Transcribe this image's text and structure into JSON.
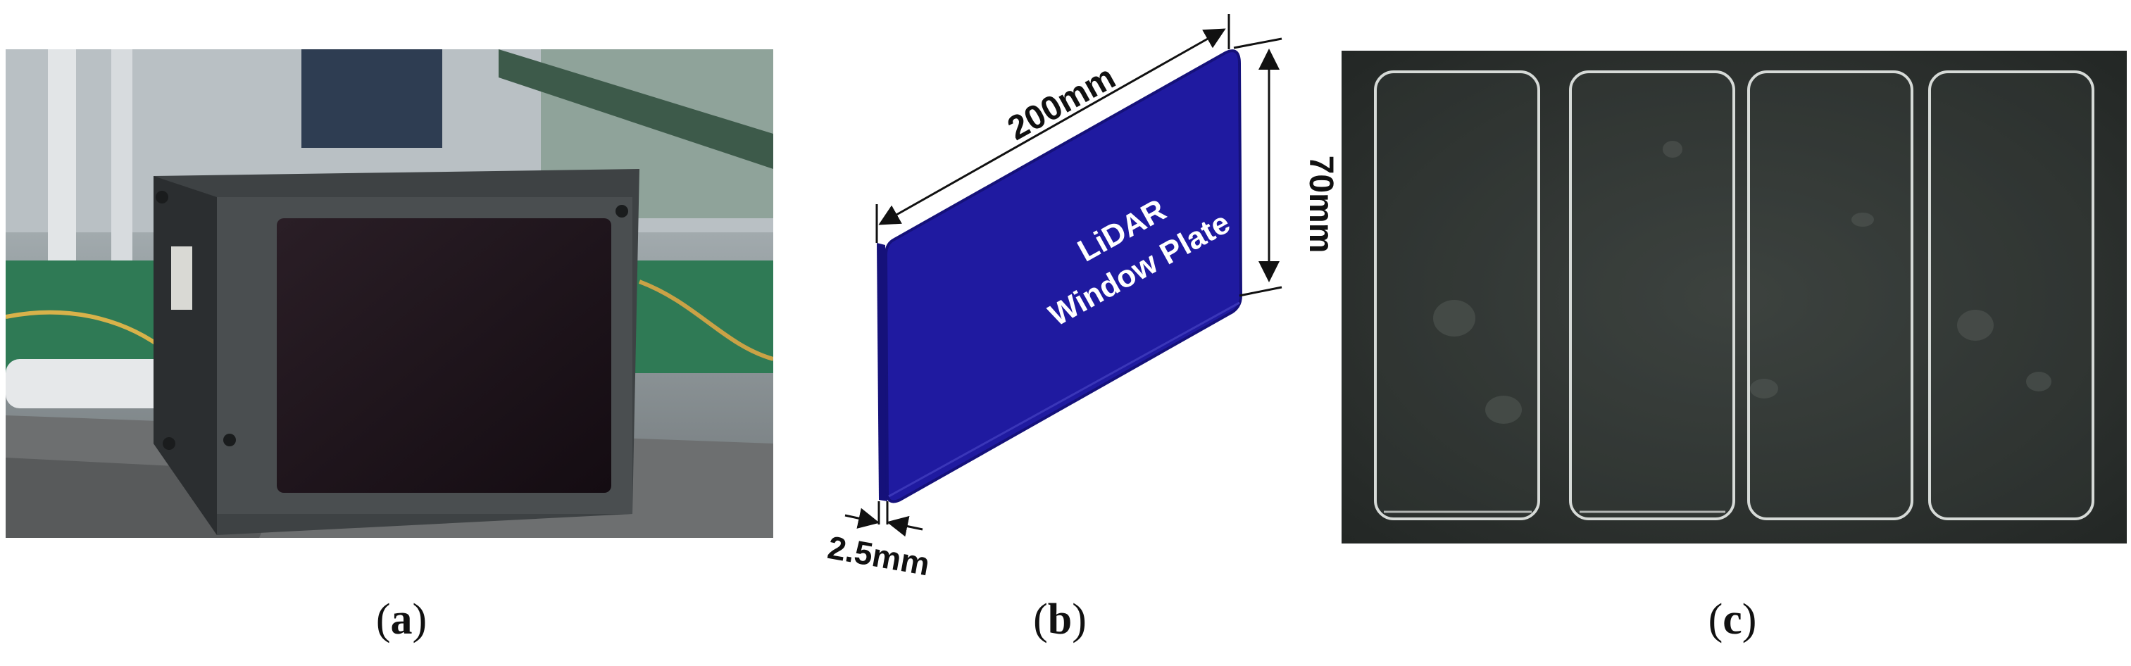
{
  "panels": [
    {
      "id": "a",
      "caption": "a"
    },
    {
      "id": "b",
      "caption": "b"
    },
    {
      "id": "c",
      "caption": "c"
    }
  ],
  "diagram": {
    "plate_label_line1": "LiDAR",
    "plate_label_line2": "Window Plate",
    "dim_length": "200mm",
    "dim_height": "70mm",
    "dim_thickness": "2.5mm"
  },
  "colors": {
    "plate_fill": "#1f1aa0",
    "plate_edge": "#15117a"
  }
}
